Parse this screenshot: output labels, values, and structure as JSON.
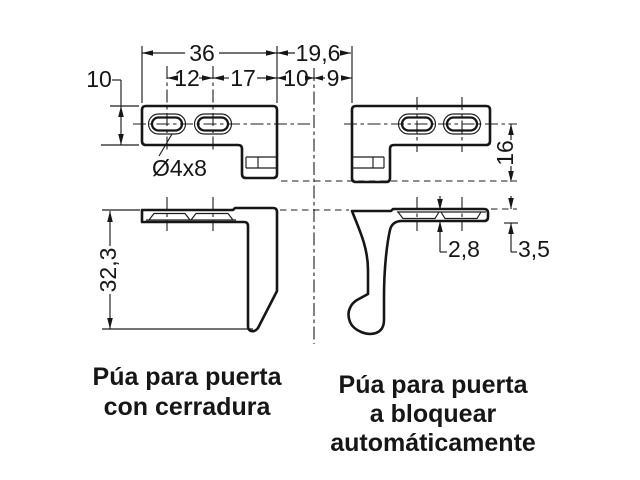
{
  "dims": {
    "left_part_width": "36",
    "gap_between_parts": "19,6",
    "strip_height": "10",
    "hole_spacing": "12",
    "hole_to_edge": "17",
    "edge_to_centerline": "10",
    "centerline_to_part": "9",
    "slot_size": "Ø4x8",
    "centerline_to_base": "16",
    "leg_height": "32,3",
    "plate_thickness": "2,8",
    "overall_plate_height": "3,5"
  },
  "captions": {
    "left_line1": "Púa para puerta",
    "left_line2": "con cerradura",
    "right_line1": "Púa para puerta",
    "right_line2": "a bloquear",
    "right_line3": "automáticamente"
  },
  "colors": {
    "line": "#161616",
    "background": "#ffffff"
  }
}
